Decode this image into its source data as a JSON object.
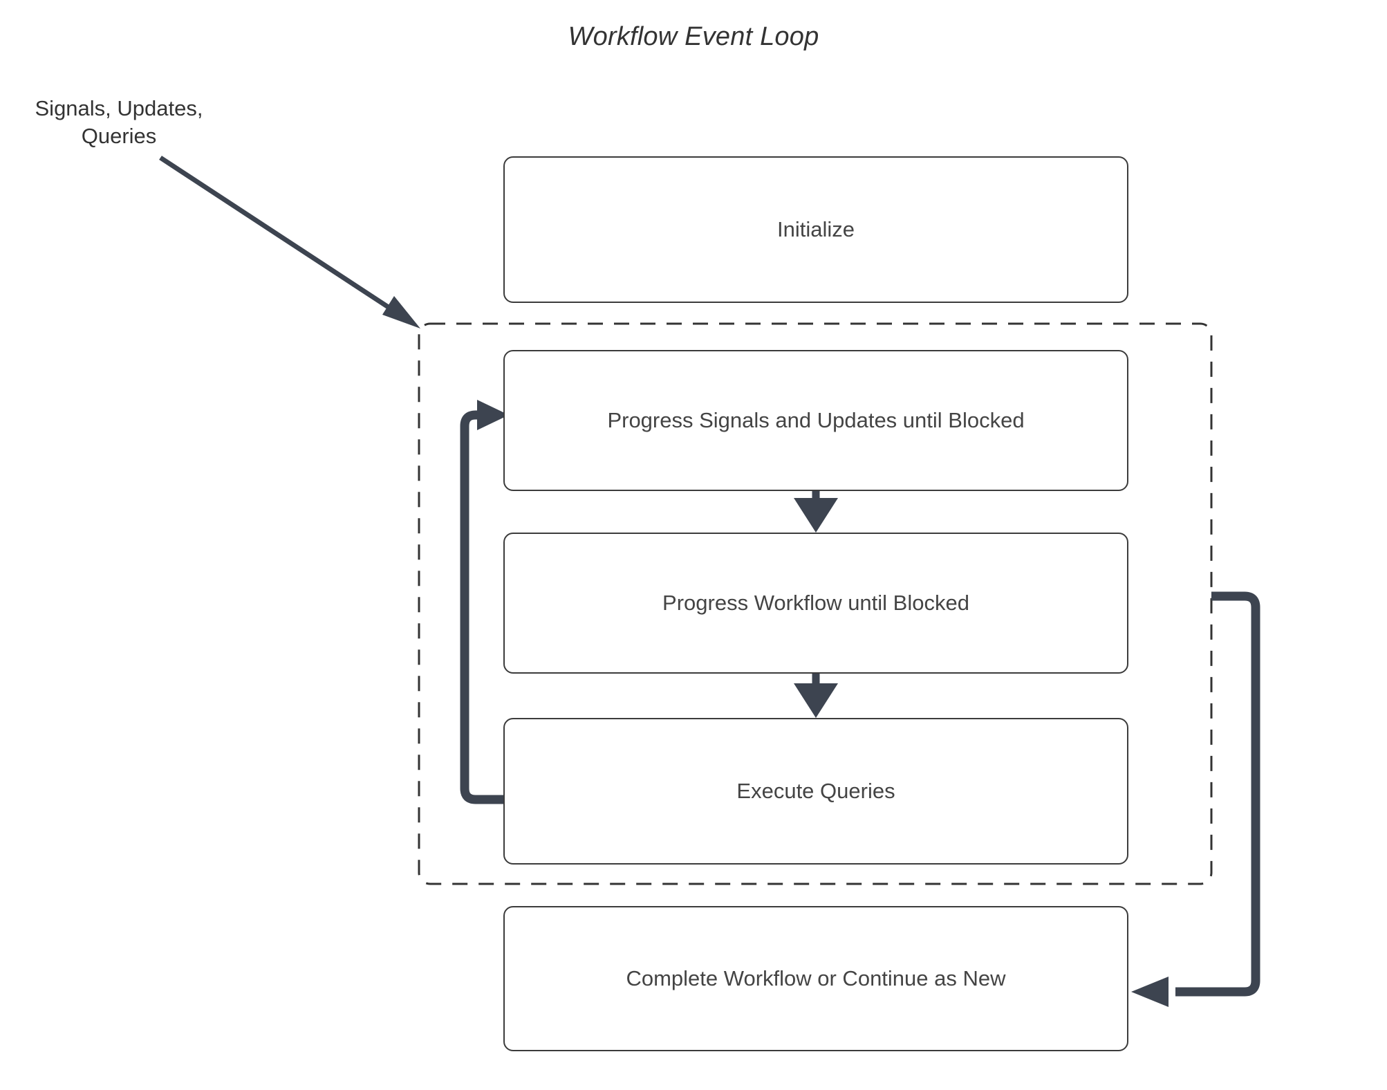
{
  "title": "Workflow Event Loop",
  "annotations": {
    "inbound_label_line1": "Signals, Updates,",
    "inbound_label_line2": "Queries"
  },
  "nodes": [
    {
      "id": "initialize",
      "label": "Initialize"
    },
    {
      "id": "progress-signals",
      "label": "Progress Signals and Updates until Blocked"
    },
    {
      "id": "progress-workflow",
      "label": "Progress Workflow until Blocked"
    },
    {
      "id": "execute-queries",
      "label": "Execute Queries"
    },
    {
      "id": "complete-workflow",
      "label": "Complete Workflow or Continue as New"
    }
  ],
  "loop_container": {
    "style": "dashed",
    "contains": [
      "progress-signals",
      "progress-workflow",
      "execute-queries"
    ]
  },
  "edges": [
    {
      "id": "inbound-signals",
      "from": "Signals, Updates, Queries",
      "to": "loop-container",
      "style": "thin-diagonal-arrow"
    },
    {
      "id": "signals-to-workflow",
      "from": "progress-signals",
      "to": "progress-workflow",
      "style": "thin-vertical-arrow"
    },
    {
      "id": "workflow-to-queries",
      "from": "progress-workflow",
      "to": "execute-queries",
      "style": "thin-vertical-arrow"
    },
    {
      "id": "loop-back",
      "from": "execute-queries",
      "to": "progress-signals",
      "style": "thick-elbow-arrow"
    },
    {
      "id": "loop-exit",
      "from": "loop-container",
      "to": "complete-workflow",
      "style": "thick-elbow-arrow"
    }
  ],
  "colors": {
    "background": "#ffffff",
    "node_border": "#3b3b3b",
    "node_fill": "#ffffff",
    "text": "#333333",
    "connector": "#3d4450",
    "dashed_border": "#333333"
  }
}
